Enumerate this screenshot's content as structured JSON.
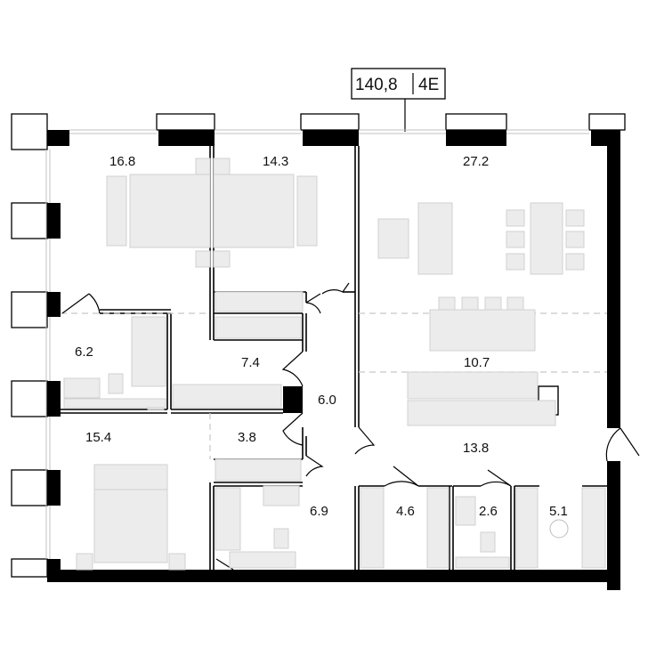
{
  "badge": {
    "area": "140,8",
    "code": "4E"
  },
  "rooms": [
    {
      "id": "bedroom-1",
      "area": "16.8"
    },
    {
      "id": "bedroom-2",
      "area": "14.3"
    },
    {
      "id": "living-room",
      "area": "27.2"
    },
    {
      "id": "bathroom-1",
      "area": "6.2"
    },
    {
      "id": "dressing-room",
      "area": "7.4"
    },
    {
      "id": "kitchen",
      "area": "10.7"
    },
    {
      "id": "corridor",
      "area": "6.0"
    },
    {
      "id": "bedroom-3",
      "area": "15.4"
    },
    {
      "id": "closet-1",
      "area": "3.8"
    },
    {
      "id": "hallway",
      "area": "13.8"
    },
    {
      "id": "bathroom-2",
      "area": "6.9"
    },
    {
      "id": "storage",
      "area": "4.6"
    },
    {
      "id": "wc",
      "area": "2.6"
    },
    {
      "id": "laundry",
      "area": "5.1"
    }
  ],
  "colors": {
    "wall": "#000000",
    "furniture": "#ececec",
    "background": "#ffffff"
  }
}
